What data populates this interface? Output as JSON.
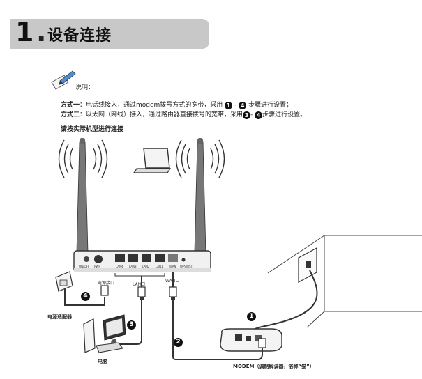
{
  "header": {
    "number": "1",
    "title": "设备连接"
  },
  "note": {
    "label": "说明：",
    "method1_title": "方式一",
    "method1_text": "：电话线接入，通过modem拨号方式的宽带，采用",
    "method1_tail": "步骤进行设置；",
    "method2_title": "方式二",
    "method2_text": "：以太网（网线）接入，通过路由器直接拨号的宽带，采用",
    "method2_tail": "步骤进行设置。",
    "subtitle": "请按实际机型进行连接"
  },
  "steps": {
    "s1": "1",
    "s2": "2",
    "s3": "3",
    "s4": "4",
    "dash": "-"
  },
  "router_ports": [
    "ON/OFF",
    "PWR",
    "LAN4",
    "LAN3",
    "LAN2",
    "LAN1",
    "WAN",
    "WPS/RST"
  ],
  "labels": {
    "power_port": "电源接口",
    "lan_port": "LAN口",
    "wan_port": "WAN口",
    "adapter": "电源适配器",
    "computer": "电脑",
    "modem": "MODEM（调制解调器，俗称“猫”）"
  }
}
